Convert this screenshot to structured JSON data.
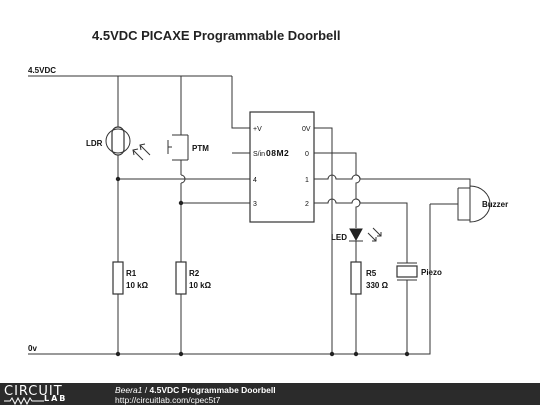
{
  "diagram": {
    "title": "4.5VDC PICAXE Programmable Doorbell",
    "rails": {
      "positive": "4.5VDC",
      "ground": "0v"
    },
    "chip": {
      "name": "08M2",
      "left_pins": [
        "+V",
        "S/in",
        "4",
        "3"
      ],
      "right_pins": [
        "0V",
        "0",
        "1",
        "2"
      ]
    },
    "components": {
      "ldr": "LDR",
      "button": "PTM",
      "r1": {
        "name": "R1",
        "value": "10 kΩ"
      },
      "r2": {
        "name": "R2",
        "value": "10 kΩ"
      },
      "led": "LED",
      "r5": {
        "name": "R5",
        "value": "330 Ω"
      },
      "piezo": "Piezo",
      "buzzer": "Buzzer"
    }
  },
  "footer": {
    "logo_top": "CIRCUIT",
    "logo_bottom": "LAB",
    "author": "Beera1",
    "separator": " / ",
    "title": "4.5VDC Programmabe Doorbell",
    "url": "http://circuitlab.com/cpec5t7"
  }
}
